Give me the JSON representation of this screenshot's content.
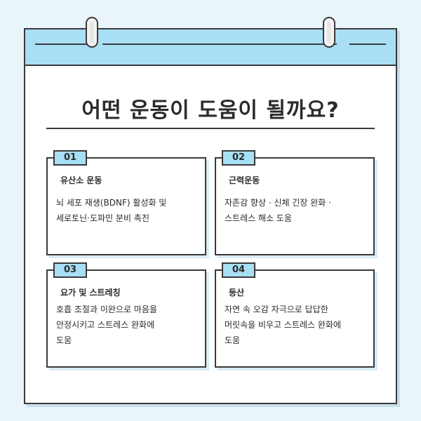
{
  "title": "어떤 운동이 도움이 될까요?",
  "colors": {
    "background": "#e9f4fb",
    "accent": "#a8dff4",
    "outline": "#3a3a3a"
  },
  "cards": [
    {
      "number": "01",
      "title": "유산소 운동",
      "desc_lines": [
        "뇌 세포 재생(BDNF) 활성화 및",
        "세로토닌·도파민 분비 촉진"
      ]
    },
    {
      "number": "02",
      "title": "근력운동",
      "desc_lines": [
        "자존감 향상 · 신체 긴장 완화 ·",
        "스트레스 해소 도움"
      ]
    },
    {
      "number": "03",
      "title": "요가 및 스트레칭",
      "desc_lines": [
        "호흡 조절과 이완으로 마음을",
        "안정시키고 스트레스 완화에",
        "도움"
      ]
    },
    {
      "number": "04",
      "title": "등산",
      "desc_lines": [
        "자연 속 오감 자극으로 답답한",
        "머릿속을 비우고 스트레스 완화에",
        "도움"
      ]
    }
  ]
}
